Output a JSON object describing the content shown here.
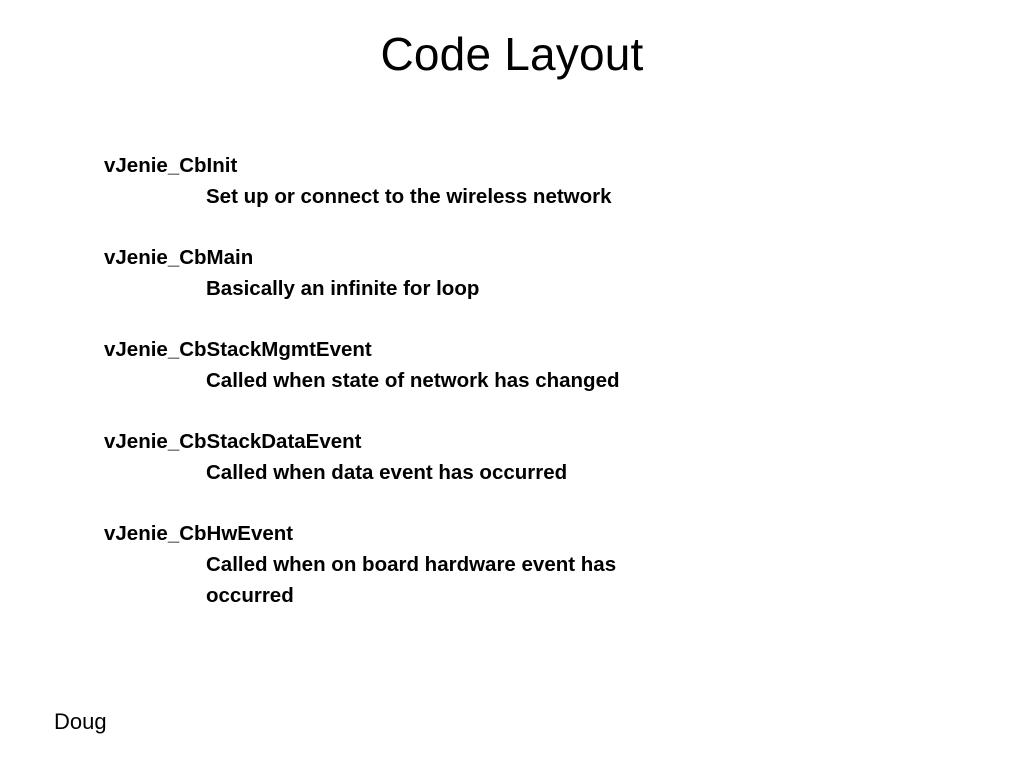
{
  "slide": {
    "title": "Code Layout",
    "footer_note": "Doug",
    "text_color": "#000000",
    "background_color": "#ffffff",
    "entries": [
      {
        "name": "vJenie_CbInit",
        "description": "Set up or connect to the wireless network"
      },
      {
        "name": "vJenie_CbMain",
        "description": "Basically an infinite for loop"
      },
      {
        "name": "vJenie_CbStackMgmtEvent",
        "description": "Called when state of network has changed"
      },
      {
        "name": "vJenie_CbStackDataEvent",
        "description": "Called when data event has occurred"
      },
      {
        "name": "vJenie_CbHwEvent",
        "description": "Called when on board hardware event has occurred"
      }
    ]
  }
}
